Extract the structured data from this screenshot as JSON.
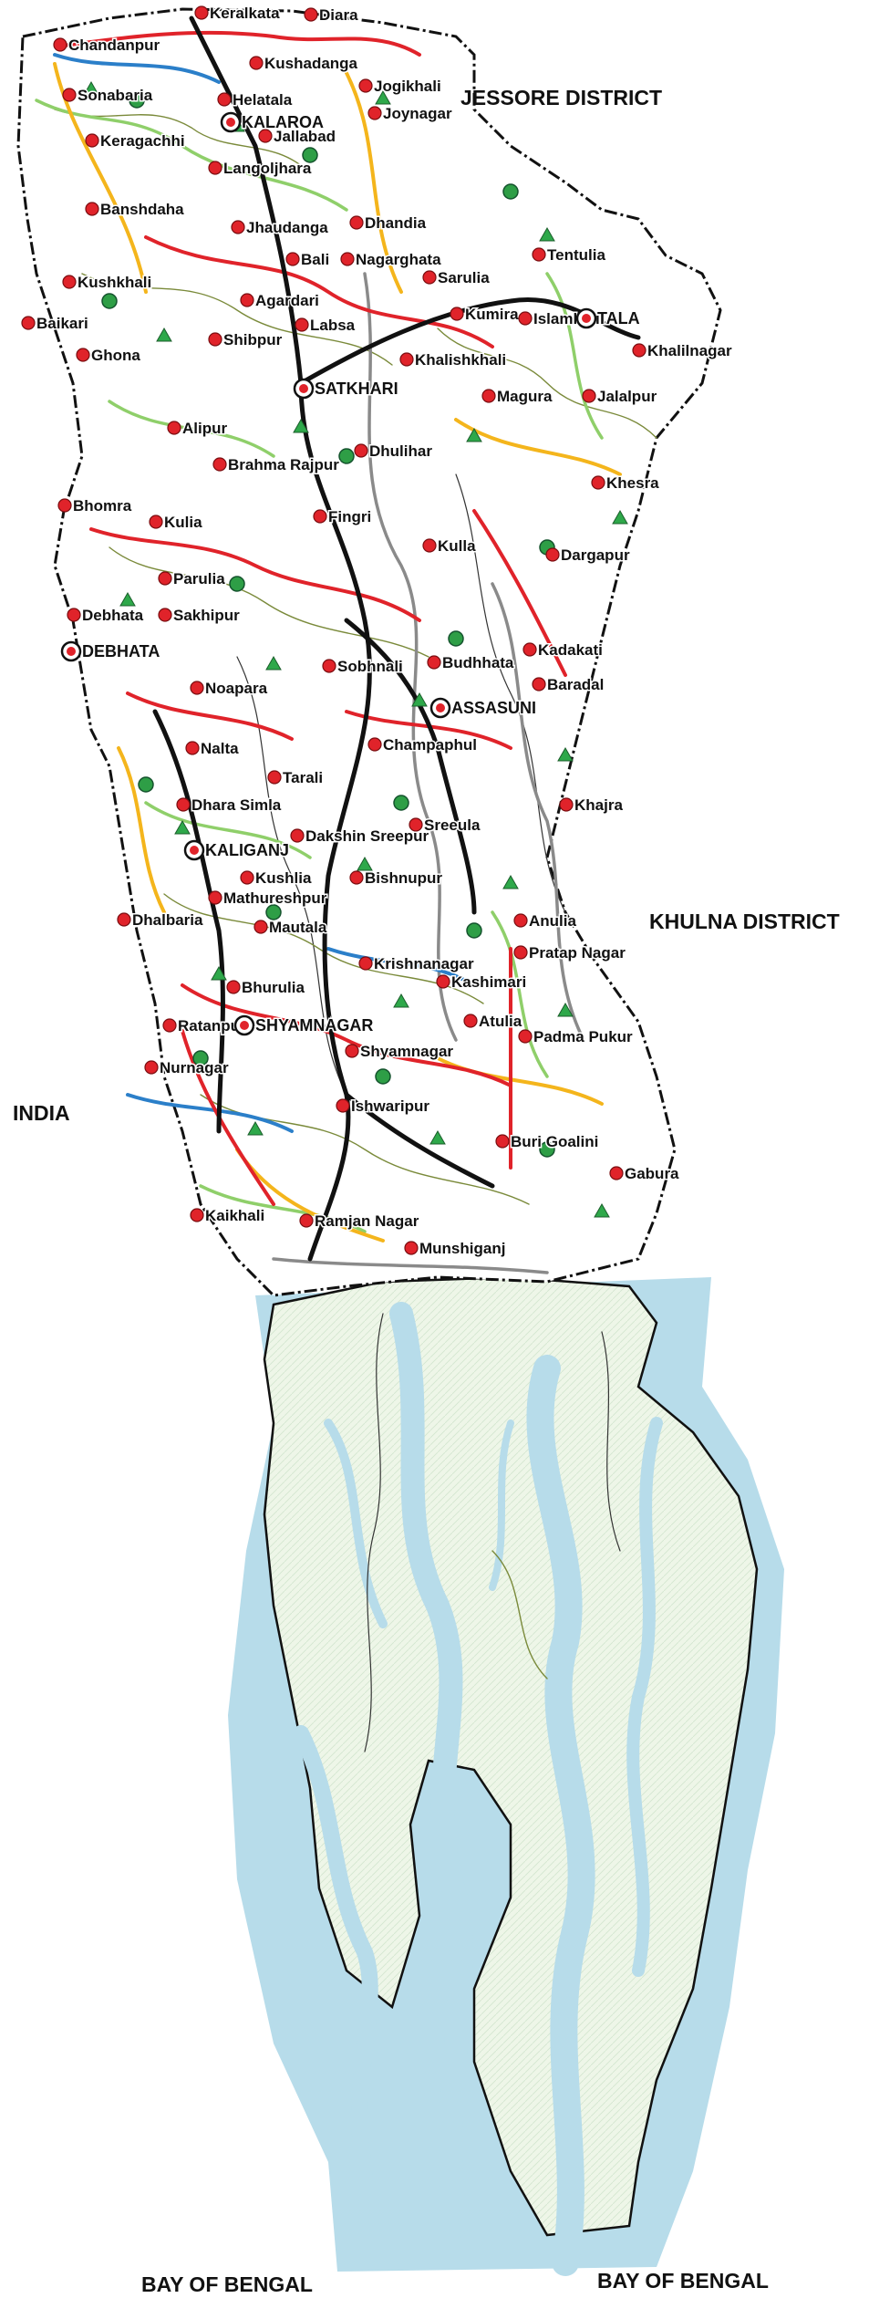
{
  "map": {
    "colors": {
      "background": "#ffffff",
      "land_north": "#ffffff",
      "sundarbans": "#eef6e8",
      "water": "#b7dcea",
      "border": "#111111",
      "highway": "#111111",
      "road_primary": "#e0232a",
      "road_secondary": "#f4b51c",
      "road_tertiary": "#8fcf6a",
      "road_blue": "#2b7fc9",
      "embankment": "#8a8a8a",
      "settlement": "#e0232a",
      "market": "#2e9e46",
      "facility_triangle": "#2ea84a",
      "health_icon": "#c98a3a"
    },
    "regions": [
      {
        "id": "jessore",
        "label": "JESSORE DISTRICT"
      },
      {
        "id": "khulna",
        "label": "KHULNA DISTRICT"
      },
      {
        "id": "india",
        "label": "INDIA"
      },
      {
        "id": "bay1",
        "label": "BAY OF BENGAL"
      },
      {
        "id": "bay2",
        "label": "BAY OF BENGAL"
      }
    ],
    "upazila_hq": [
      {
        "id": "kalaroa",
        "label": "KALAROA"
      },
      {
        "id": "satkhira",
        "label": "SATKHARI"
      },
      {
        "id": "tala",
        "label": "TALA"
      },
      {
        "id": "debhata",
        "label": "DEBHATA"
      },
      {
        "id": "assasuni",
        "label": "ASSASUNI"
      },
      {
        "id": "kaliganj",
        "label": "KALIGANJ"
      },
      {
        "id": "shyamnagar",
        "label": "SHYAMNAGAR"
      }
    ],
    "places": [
      "Chandanpur",
      "Keralkata",
      "Diara",
      "Kushadanga",
      "Jogikhali",
      "Sonabaria",
      "Helatala",
      "Joynagar",
      "Jallabad",
      "Keragachhi",
      "Langoljhara",
      "Banshdaha",
      "Jhaudanga",
      "Dhandia",
      "Bali",
      "Nagarghata",
      "Tentulia",
      "Sarulia",
      "Kushkhali",
      "Agardari",
      "Kumira",
      "Islamkati",
      "Baikari",
      "Ghona",
      "Shibpur",
      "Labsa",
      "Khalishkhali",
      "Khalilnagar",
      "Magura",
      "Jalalpur",
      "Alipur",
      "Dhulihar",
      "Brahma Rajpur",
      "Khesra",
      "Bhomra",
      "Kulia",
      "Fingri",
      "Kulla",
      "Dargapur",
      "Parulia",
      "Debhata",
      "Sakhipur",
      "Kadakati",
      "Noapara",
      "Sobhnali",
      "Budhhata",
      "Baradal",
      "Nalta",
      "Champaphul",
      "Tarali",
      "Dhara Simla",
      "Khajra",
      "Sreeula",
      "Dakshin Sreepur",
      "Kushlia",
      "Bishnupur",
      "Mathureshpur",
      "Dhalbaria",
      "Anulia",
      "Mautala",
      "Pratap Nagar",
      "Krishnanagar",
      "Kashimari",
      "Bhurulia",
      "Atulia",
      "Ratanpur",
      "Shyamnagar",
      "Padma Pukur",
      "Nurnagar",
      "Ishwaripur",
      "Buri Goalini",
      "Gabura",
      "Kaikhali",
      "Ramjan Nagar",
      "Munshiganj"
    ]
  }
}
